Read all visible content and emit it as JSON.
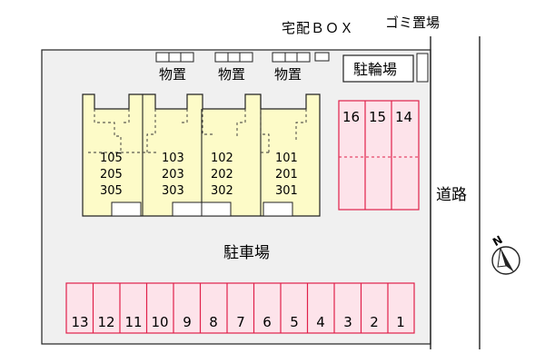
{
  "labels": {
    "delivery_box": "宅配ＢＯＸ",
    "garbage": "ゴミ置場",
    "bicycle": "駐輪場",
    "road": "道路",
    "parking": "駐車場",
    "storage": [
      "物置",
      "物置",
      "物置"
    ],
    "compass": "N"
  },
  "units": [
    [
      "105",
      "205",
      "305"
    ],
    [
      "103",
      "203",
      "303"
    ],
    [
      "102",
      "202",
      "302"
    ],
    [
      "101",
      "201",
      "301"
    ]
  ],
  "top_parking": [
    "16",
    "15",
    "14"
  ],
  "bottom_parking": [
    "13",
    "12",
    "11",
    "10",
    "9",
    "8",
    "7",
    "6",
    "5",
    "4",
    "3",
    "2",
    "1"
  ],
  "colors": {
    "lot_fill": "#f0f0f0",
    "building_fill": "#fdfbc8",
    "parking_fill": "#fde3ea",
    "parking_stroke": "#e0204a"
  }
}
